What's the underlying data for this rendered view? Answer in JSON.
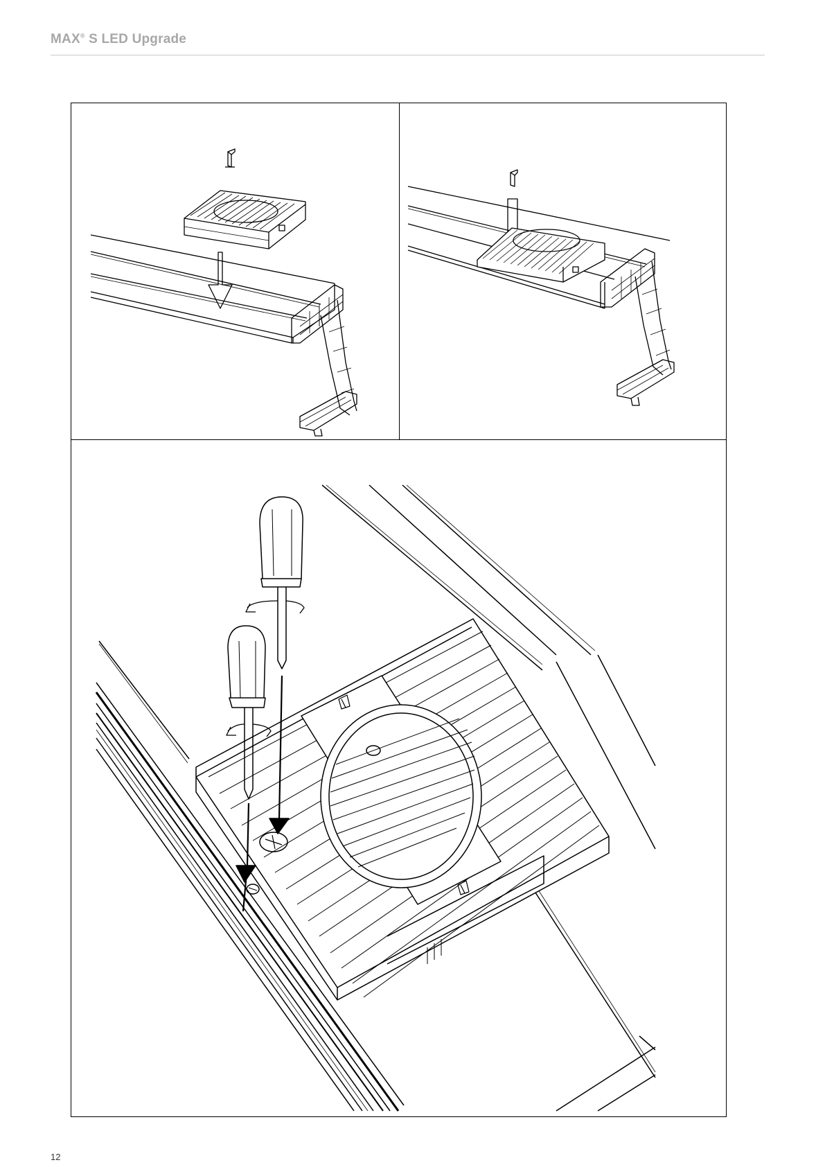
{
  "header": {
    "title": "MAX",
    "title_mark": "®",
    "title_rest": " S LED Upgrade",
    "color": "#a7a7a7"
  },
  "figures": [
    {
      "name": "step-place-led-module",
      "description_icon": "led-module-insert-illustration"
    },
    {
      "name": "step-module-seated",
      "description_icon": "led-module-seated-illustration"
    },
    {
      "name": "step-tighten-screws",
      "description_icon": "screwdriver-illustration"
    }
  ],
  "page": {
    "number": "12"
  }
}
